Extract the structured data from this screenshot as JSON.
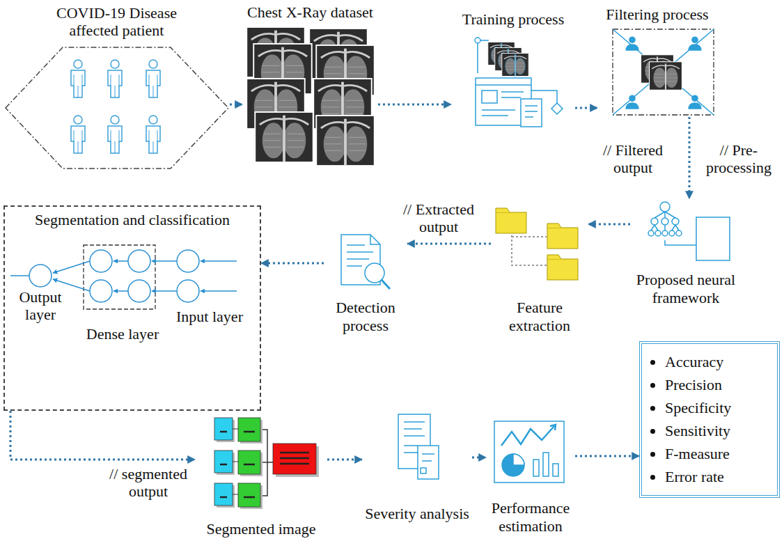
{
  "diagram": {
    "nodes": [
      {
        "text": [
          "COVID-19 Disease affected patient"
        ]
      },
      {
        "text": [
          "Chest X-Ray dataset"
        ]
      },
      {
        "text": [
          "Training process"
        ]
      },
      {
        "text": [
          "Filtering process"
        ]
      },
      {
        "text": [
          "Proposed neural framework"
        ]
      },
      {
        "text": [
          "Feature extraction"
        ]
      },
      {
        "text": [
          "Detection process"
        ]
      },
      {
        "text": [
          "Segmentation and classification"
        ]
      },
      {
        "text": [
          "Dense layer"
        ],
        "in": 7
      },
      {
        "text": [
          "Segmented image"
        ]
      },
      {
        "text": [
          "Severity analysis"
        ]
      },
      {
        "text": [
          "Performance estimation"
        ]
      },
      {
        "text": [
          "Accuracy",
          "Precision",
          "Specificity",
          "Sensitivity",
          "F-measure",
          "Error rate"
        ]
      }
    ],
    "edges": [
      {
        "from": 0,
        "to": 1,
        "arrow": "to"
      },
      {
        "from": 1,
        "to": 2,
        "arrow": "to"
      },
      {
        "from": 2,
        "to": 3,
        "arrow": "to"
      },
      {
        "from": 3,
        "to": 4,
        "arrow": "to"
      },
      {
        "from": 4,
        "to": 5,
        "arrow": "to"
      },
      {
        "from": 5,
        "to": 6,
        "arrow": "to",
        "label": "// Extracted output"
      },
      {
        "from": 6,
        "to": 7,
        "arrow": "to"
      },
      {
        "from": 7,
        "to": 9,
        "arrow": "to",
        "label": "// segmented output"
      },
      {
        "from": 9,
        "to": 10,
        "arrow": "to"
      },
      {
        "from": 10,
        "to": 11,
        "arrow": "to"
      },
      {
        "from": 11,
        "to": 12,
        "arrow": "to"
      }
    ],
    "labels": [
      "// Filtered output",
      "// Pre-processing",
      "Output layer",
      "Input layer"
    ]
  }
}
